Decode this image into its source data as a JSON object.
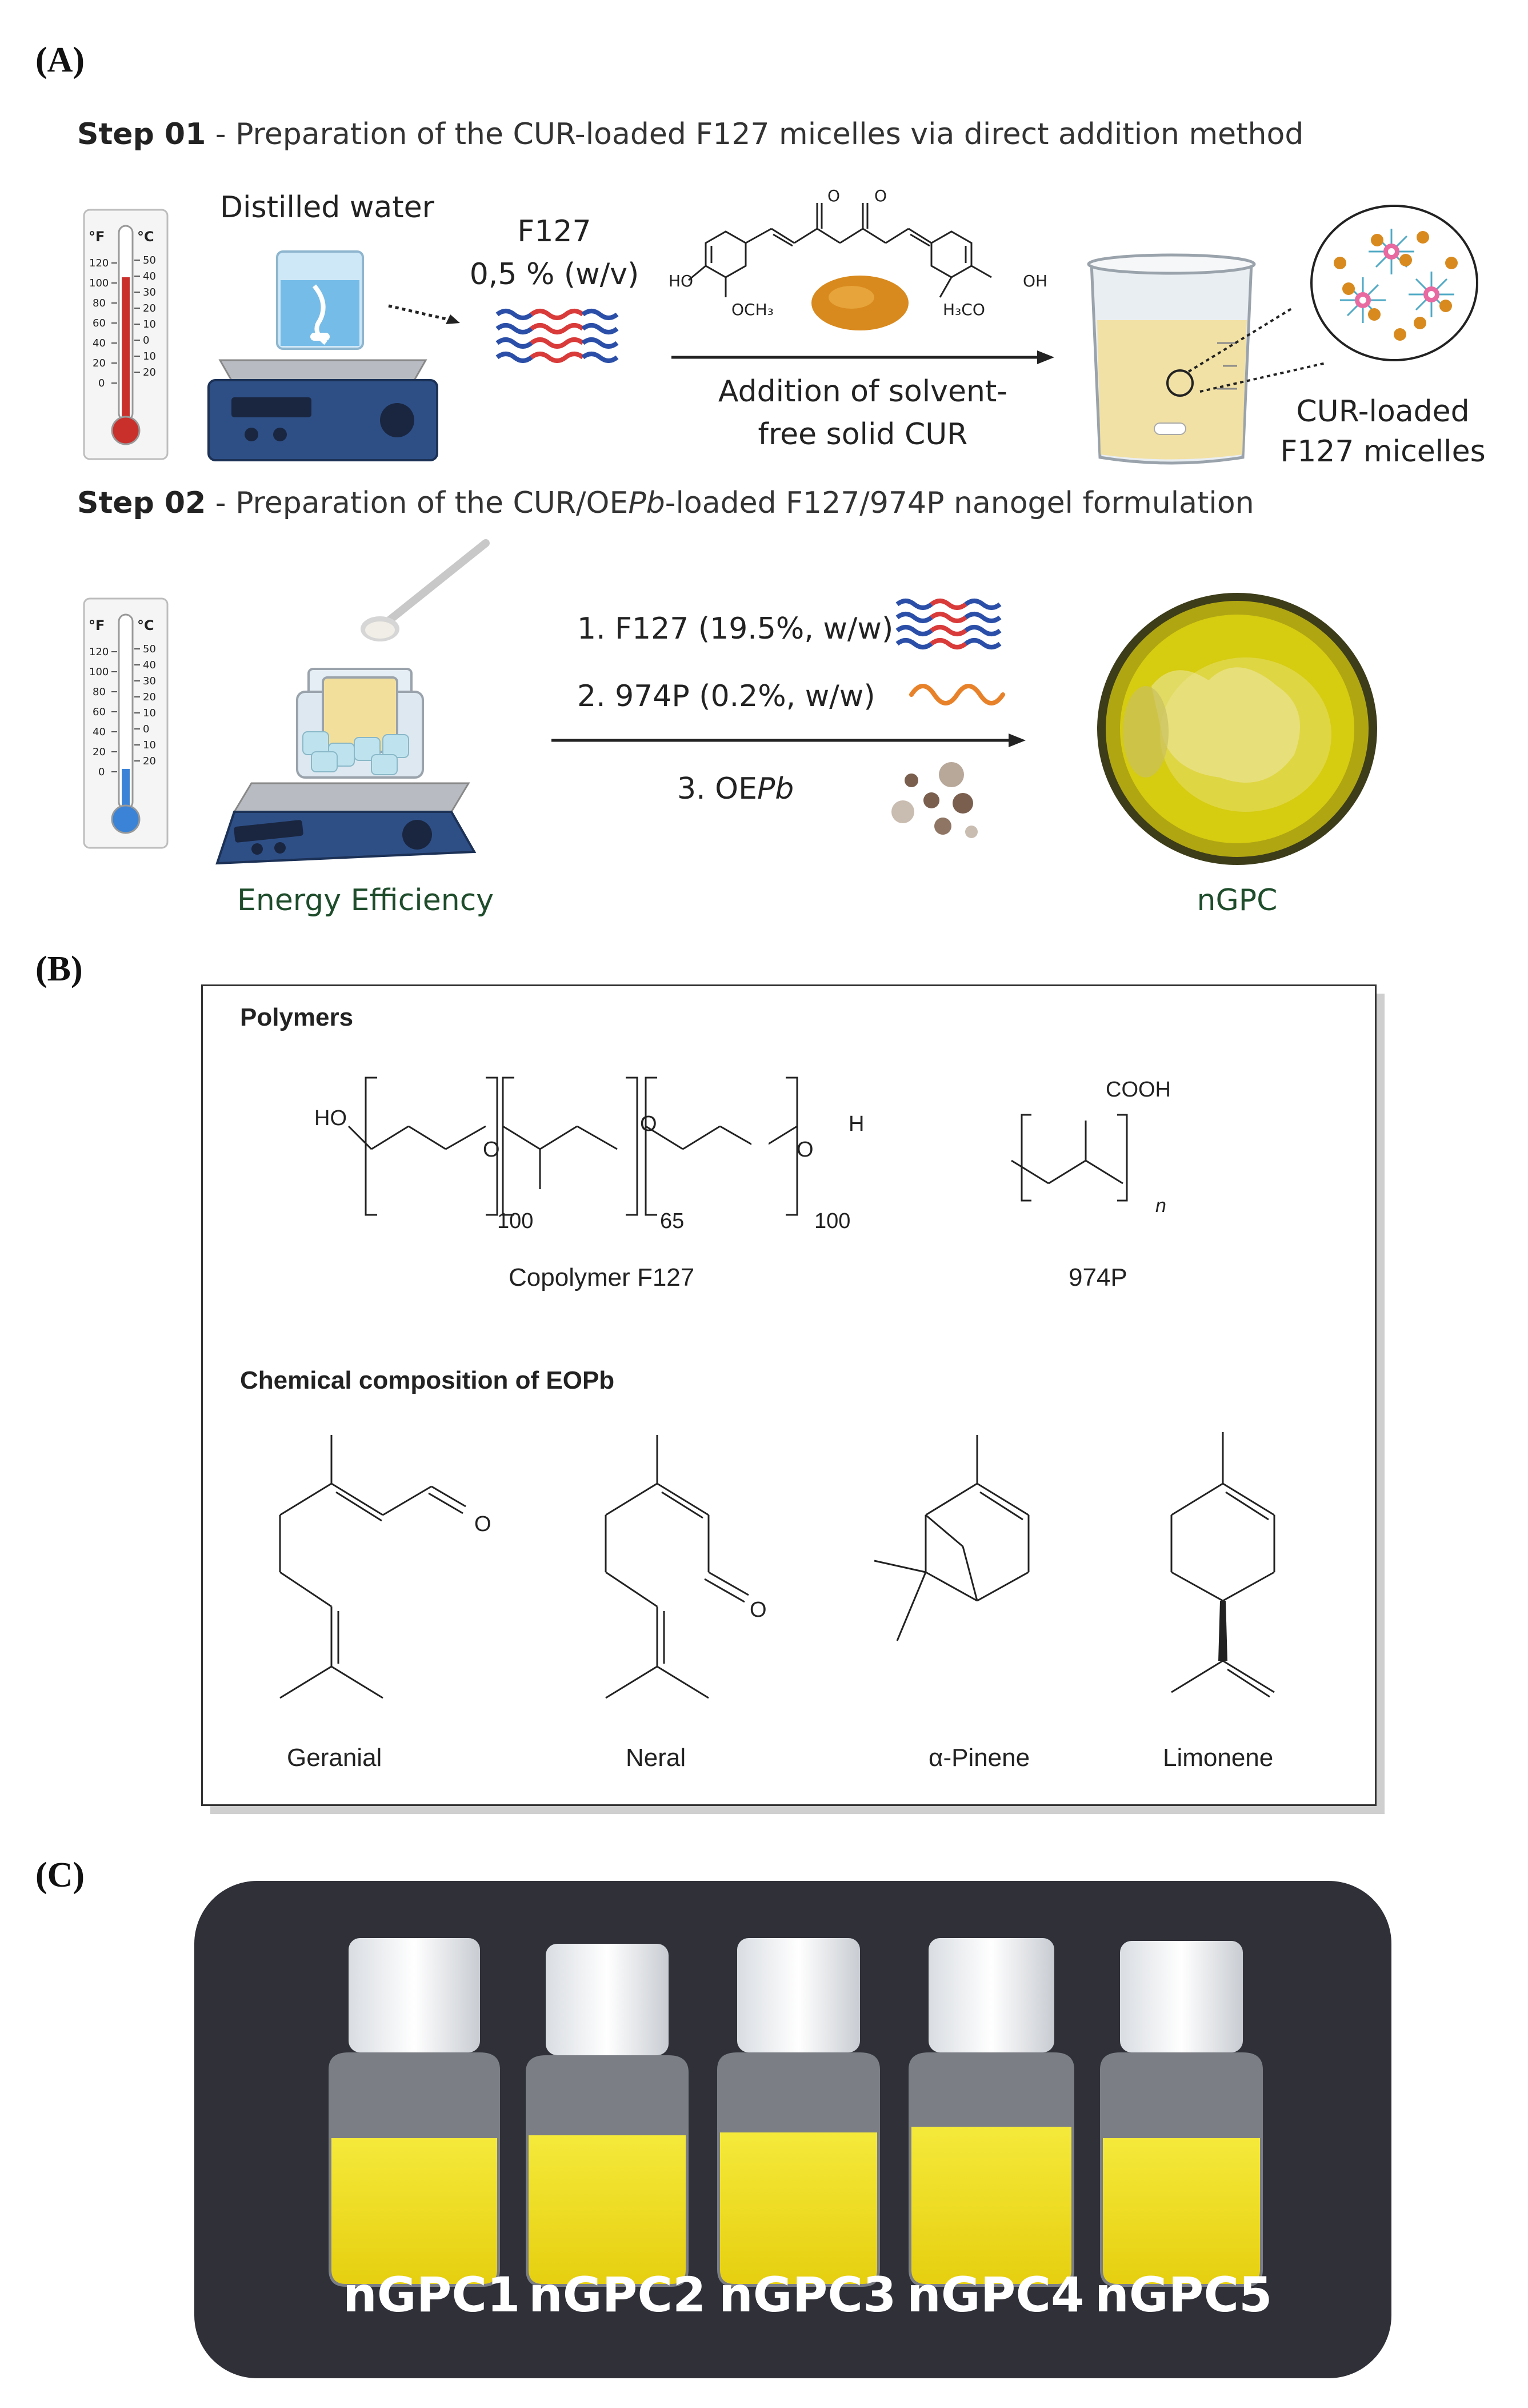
{
  "panels": {
    "a_label": "(A)",
    "b_label": "(B)",
    "c_label": "(C)"
  },
  "step1": {
    "bold": "Step 01",
    "text": " - Preparation of the CUR-loaded F127 micelles via direct addition method",
    "distilled_water": "Distilled water",
    "f127": "F127",
    "f127_conc": "0,5 % (w/v)",
    "addition_line1": "Addition of solvent-",
    "addition_line2": "free solid CUR",
    "micelles_line1": "CUR-loaded",
    "micelles_line2": "F127 micelles",
    "cur_labels": {
      "ho": "HO",
      "oh": "OH",
      "och3": "OCH₃",
      "h3co": "H₃CO",
      "o": "O"
    }
  },
  "step2": {
    "bold": "Step 02",
    "text_prefix": " - Preparation of the CUR/OE",
    "text_italic": "Pb",
    "text_suffix": "-loaded F127/974P nanogel formulation",
    "item1": "1. F127 (19.5%, w/w)",
    "item2": "2. 974P (0.2%, w/w)",
    "item3_prefix": "3. OE",
    "item3_italic": "Pb",
    "energy": "Energy Efficiency",
    "product": "nGPC"
  },
  "thermometer": {
    "f_unit": "°F",
    "c_unit": "°C",
    "f_ticks": [
      "120",
      "100",
      "80",
      "60",
      "40",
      "20",
      "0"
    ],
    "c_ticks": [
      "50",
      "40",
      "30",
      "20",
      "10",
      "0",
      "10",
      "20"
    ]
  },
  "panel_b": {
    "polymers": "Polymers",
    "copolymer_label": "Copolymer F127",
    "carbomer_label": "974P",
    "copolymer_atoms": {
      "ho": "HO",
      "o": "O",
      "h": "H"
    },
    "copolymer_subscripts": [
      "100",
      "65",
      "100"
    ],
    "carbomer_group": "COOH",
    "carbomer_n": "n",
    "composition_title": "Chemical composition of EOPb",
    "compounds": [
      "Geranial",
      "Neral",
      "α-Pinene",
      "Limonene"
    ],
    "aldehyde_o": "O"
  },
  "panel_c": {
    "vials": [
      "nGPC1",
      "nGPC2",
      "nGPC3",
      "nGPC4",
      "nGPC5"
    ]
  },
  "colors": {
    "polymer_red": "#d93a3a",
    "polymer_blue": "#2b4fa8",
    "carbomer_orange": "#e8822a",
    "curcumin_orange": "#d98a1e",
    "nanogel_yellow": "#d6cc10",
    "vial_yellow": "#f2e21a",
    "panel_c_bg": "#2f3038",
    "hotplate_blue": "#2e4f86"
  }
}
